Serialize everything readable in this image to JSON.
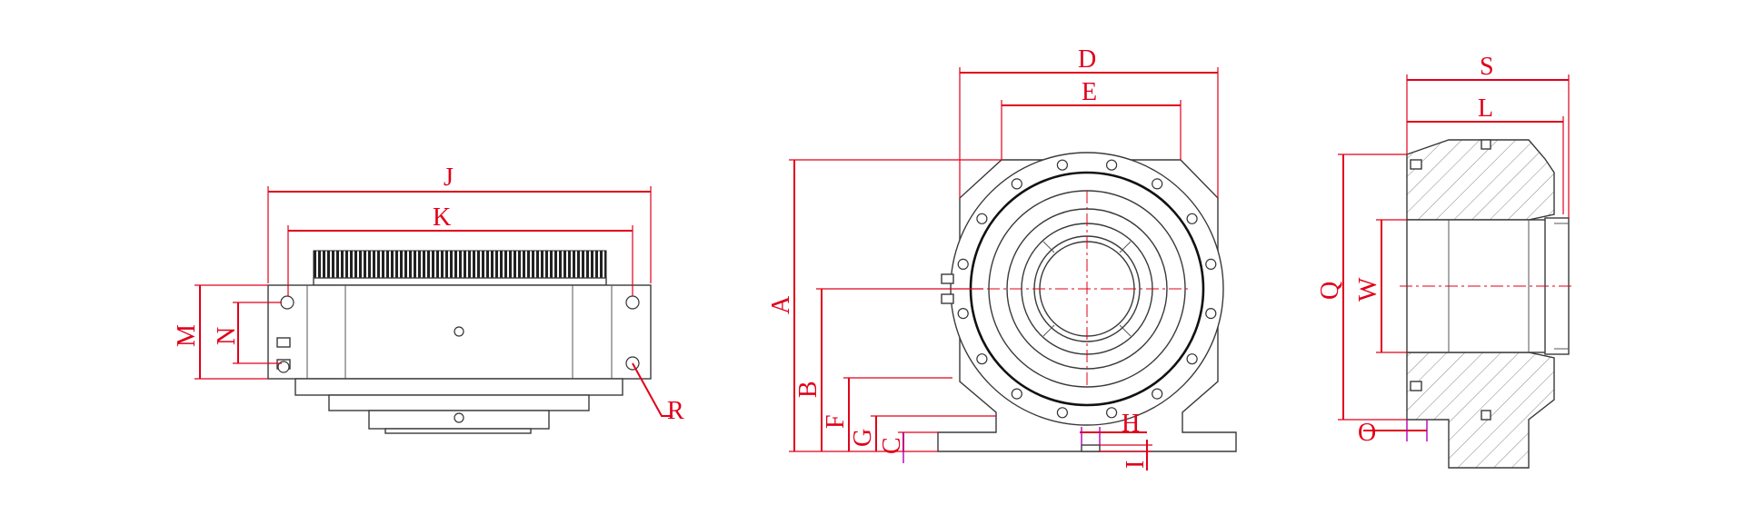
{
  "colors": {
    "dimension": "#e0001a",
    "outline": "#3a3a3a",
    "hatch": "#777777"
  },
  "views": {
    "side": {
      "labels": {
        "J": "J",
        "K": "K",
        "M": "M",
        "N": "N",
        "R": "R"
      }
    },
    "front": {
      "labels": {
        "A": "A",
        "B": "B",
        "C": "C",
        "D": "D",
        "E": "E",
        "F": "F",
        "G": "G",
        "H": "H",
        "I": "I"
      }
    },
    "section": {
      "labels": {
        "S": "S",
        "L": "L",
        "Q": "Q",
        "W": "W",
        "O": "O"
      }
    }
  }
}
